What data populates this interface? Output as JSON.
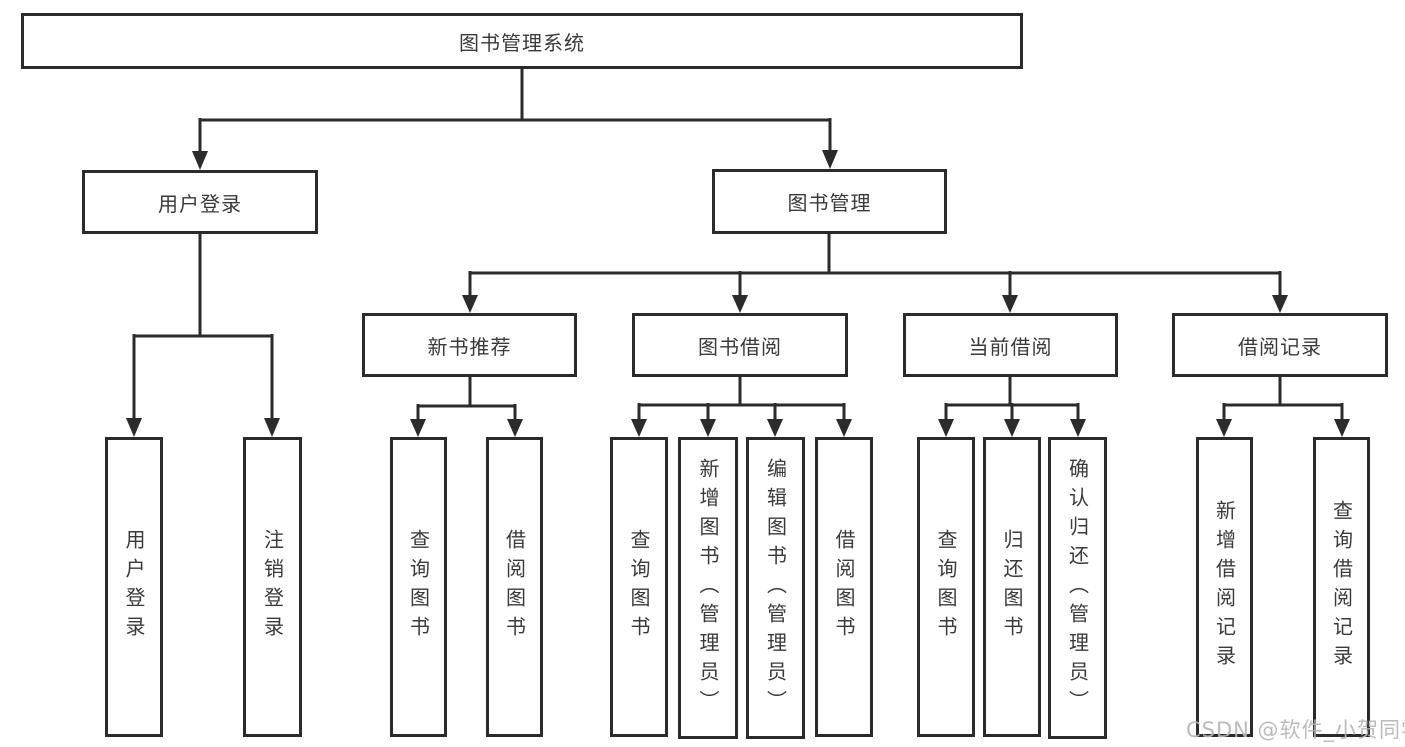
{
  "diagram": {
    "title": "图书管理系统",
    "type": "hierarchy-tree",
    "tree": {
      "root": {
        "label": "图书管理系统"
      },
      "branches": [
        {
          "label": "用户登录",
          "children": [
            {
              "label": "用户登录"
            },
            {
              "label": "注销登录"
            }
          ]
        },
        {
          "label": "图书管理",
          "children": [
            {
              "label": "新书推荐",
              "children": [
                {
                  "label": "查询图书"
                },
                {
                  "label": "借阅图书"
                }
              ]
            },
            {
              "label": "图书借阅",
              "children": [
                {
                  "label": "查询图书"
                },
                {
                  "label": "新增图书（管理员）"
                },
                {
                  "label": "编辑图书（管理员）"
                },
                {
                  "label": "借阅图书"
                }
              ]
            },
            {
              "label": "当前借阅",
              "children": [
                {
                  "label": "查询图书"
                },
                {
                  "label": "归还图书"
                },
                {
                  "label": "确认归还（管理员）"
                }
              ]
            },
            {
              "label": "借阅记录",
              "children": [
                {
                  "label": "新增借阅记录"
                },
                {
                  "label": "查询借阅记录"
                }
              ]
            }
          ]
        }
      ]
    }
  },
  "watermark": {
    "text": "CSDN @软件_小贺同学"
  },
  "colors": {
    "line": "#2b2b2b",
    "border": "#2b2b2b",
    "text": "#3a3a3a",
    "background": "#ffffff",
    "watermark": "#b6b6b6"
  }
}
